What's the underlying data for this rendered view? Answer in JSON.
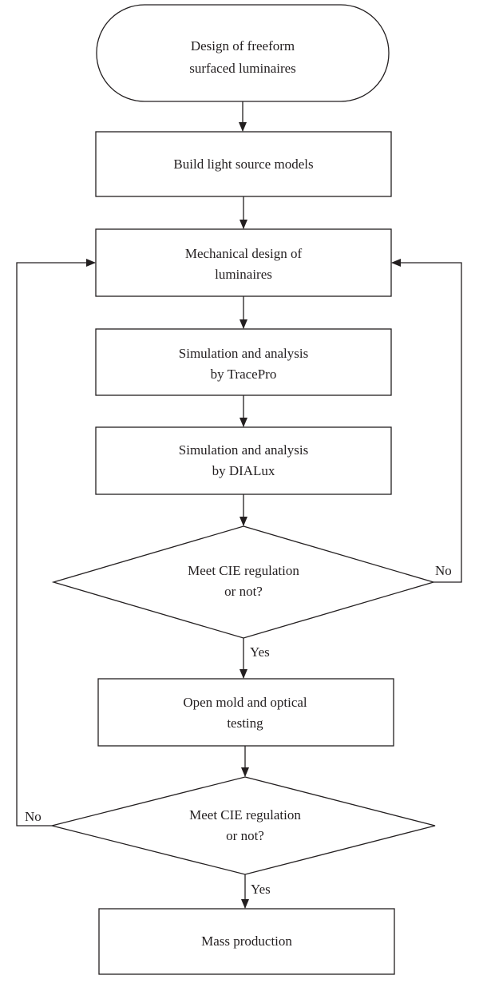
{
  "nodes": {
    "start": [
      "Design of freeform",
      "surfaced luminaires"
    ],
    "build": [
      "Build light source models"
    ],
    "mech": [
      "Mechanical design of",
      "luminaires"
    ],
    "trace": [
      "Simulation and analysis",
      "by TracePro"
    ],
    "dialux": [
      "Simulation and analysis",
      "by DIALux"
    ],
    "check1": [
      "Meet CIE regulation",
      "or not?"
    ],
    "mold": [
      "Open mold and optical",
      "testing"
    ],
    "check2": [
      "Meet CIE regulation",
      "or not?"
    ],
    "mass": [
      "Mass production"
    ]
  },
  "edges": {
    "check1_yes": "Yes",
    "check1_no": "No",
    "check2_yes": "Yes",
    "check2_no": "No"
  }
}
